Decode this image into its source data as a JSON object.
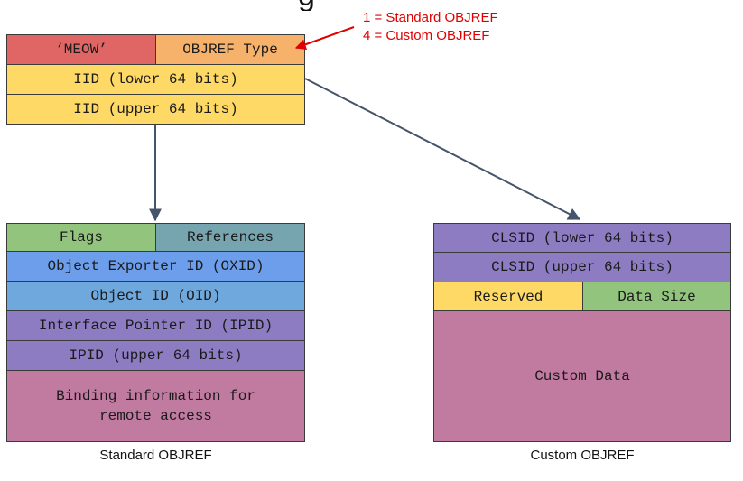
{
  "title_fragment": "g",
  "header": {
    "magic": "‘MEOW’",
    "type": "OBJREF Type",
    "iid_lower": "IID (lower 64 bits)",
    "iid_upper": "IID (upper 64 bits)"
  },
  "type_note": {
    "line1": "1 = Standard OBJREF",
    "line2": "4 = Custom OBJREF"
  },
  "standard": {
    "flags": "Flags",
    "references": "References",
    "oxid": "Object Exporter ID (OXID)",
    "oid": "Object ID (OID)",
    "ipid": "Interface Pointer ID (IPID)",
    "ipid_upper": "IPID (upper 64 bits)",
    "binding": "Binding information for\nremote access",
    "caption": "Standard OBJREF"
  },
  "custom": {
    "clsid_lower": "CLSID (lower 64 bits)",
    "clsid_upper": "CLSID (upper 64 bits)",
    "reserved": "Reserved",
    "data_size": "Data Size",
    "custom_data": "Custom Data",
    "caption": "Custom OBJREF"
  },
  "colors": {
    "magic": "#e06666",
    "type": "#f6b26b",
    "iid": "#ffd966",
    "flags": "#93c47d",
    "references": "#76a5af",
    "oxid": "#6d9eeb",
    "oid": "#6fa8dc",
    "ipid": "#8e7cc3",
    "binding": "#c27ba0",
    "arrow": "#44546a",
    "note": "#e00000"
  }
}
